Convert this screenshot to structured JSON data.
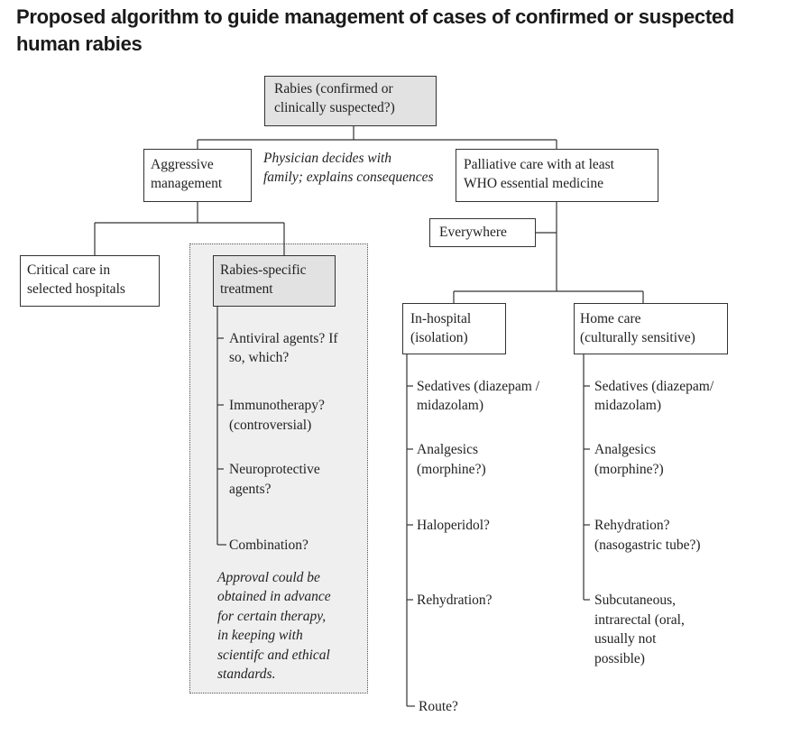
{
  "title": "Proposed algorithm to guide management of cases of confirmed or suspected human rabies",
  "nodes": {
    "root": [
      "Rabies (confirmed or",
      "clinically  suspected?)"
    ],
    "aggressive": [
      "Aggressive",
      "management"
    ],
    "physician_note": [
      "Physician decides with",
      "family; explains consequences"
    ],
    "palliative": [
      "Palliative care with at least",
      "WHO essential medicine"
    ],
    "everywhere": "Everywhere",
    "critical_care": [
      "Critical care in",
      "selected hospitals"
    ],
    "rabies_specific": [
      "Rabies-specific",
      "treatment"
    ],
    "in_hospital": [
      "In-hospital",
      "(isolation)"
    ],
    "home_care": [
      "Home care",
      "(culturally sensitive)"
    ]
  },
  "rabies_specific_items": [
    [
      "Antiviral agents? If",
      "so, which?"
    ],
    [
      "Immunotherapy?",
      "(controversial)"
    ],
    [
      "Neuroprotective",
      "agents?"
    ],
    [
      "Combination?"
    ]
  ],
  "approval_note": [
    "Approval could be",
    "obtained in advance",
    "for certain therapy,",
    "in keeping with",
    "scientifc and ethical",
    "standards."
  ],
  "in_hospital_items": [
    [
      "Sedatives (diazepam /",
      "midazolam)"
    ],
    [
      "Analgesics",
      "(morphine?)"
    ],
    [
      "Haloperidol?"
    ],
    [
      "Rehydration?"
    ],
    [
      "Route?"
    ]
  ],
  "home_care_items": [
    [
      "Sedatives (diazepam/",
      "midazolam)"
    ],
    [
      "Analgesics",
      "(morphine?)"
    ],
    [
      "Rehydration?",
      "(nasogastric tube?)"
    ],
    [
      "Subcutaneous,",
      "intrarectal (oral,",
      "usually not",
      "possible)"
    ]
  ]
}
